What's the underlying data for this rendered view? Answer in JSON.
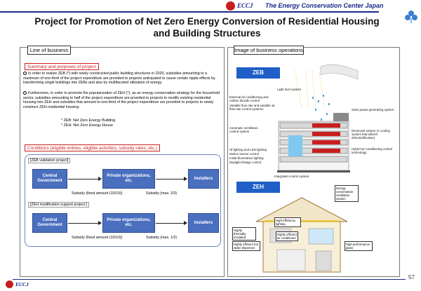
{
  "header": {
    "logo_text": "ECCJ",
    "org_name": "The Energy Conservation Center Japan",
    "title": "Project for Promotion of Net Zero Energy Conversion of Residential Housing and Building Structures"
  },
  "left": {
    "heading": "Line of business",
    "summary_label": "Summary and purposes of project",
    "para1": "In order to realize ZEB (*) with newly constructed public building structures in 2020, subsidies amounting to a maximum of one-third of the project expenditure are provided to projects anticipated to cause certain ripple effects by transforming single buildings into ZEBs and also by multifaceted utilization of energy.",
    "para2": "Furthermore, in order to promote the popularization of ZEH (*), as an energy conservation strategy for the household sector, subsidies amounting to half of the project expenditure are provided to projects to modify existing residential housing into ZEH and subsidies that amount to one-third of the project expenditure are provided to projects to newly construct ZEH residential housing.",
    "note1": "* ZEB: Net Zero Energy Building",
    "note2": "* ZEH: Net Zero Energy House",
    "conditions_label": "Conditions (eligible entries, eligible activities, subsidy rates, etc.)",
    "zeb_project": "[ZEB validation project]",
    "zeh_project": "[ZEH modification support project ]",
    "central_gov": "Central Government",
    "private_orgs": "Private organizations, etc.",
    "installers": "Installers",
    "zeb_subsidy_fixed": "Subsidy (fixed amount (10/10))",
    "zeb_subsidy_max": "Subsidy (max. 2/3)",
    "zeh_subsidy_fixed": "Subsidy (fixed amount (10/10))",
    "zeh_subsidy_max": "Subsidy (max. 1/2)"
  },
  "right": {
    "heading": "Image of business operations",
    "zeb": "ZEB",
    "zeh": "ZEH",
    "light_duct": "Light duct system",
    "ext_air": "External air conditioning and carbon dioxide control",
    "variable_flow": "Variable flow rate and variable air flow rate control systems",
    "solar": "Solar power generating system",
    "auto_vent": "Automatic ventilation control system",
    "desiccant": "Desiccant system (A cooling system that utilizes dehumidification)",
    "hybrid": "Hybrid air-conditioning control technology",
    "hf_lighting": "Hf lighting and LED lighting",
    "motion": "Motion sensor control",
    "initial_illum": "Initial illumination lighting",
    "daylight": "Daylight linkage control",
    "integrated": "Integrated control system",
    "energy_cons_vent": "Energy conservation ventilation system",
    "high_eff_lighting": "High-efficiency lighting",
    "highly_thermally": "Highly thermally insulated",
    "highly_eff_ac": "Highly efficient air conditioner",
    "highly_eff_water": "Highly efficient hot water dispenser",
    "high_perf_glass": "High performance glass"
  },
  "footer": {
    "page": "57",
    "logo_text": "ECCJ"
  }
}
